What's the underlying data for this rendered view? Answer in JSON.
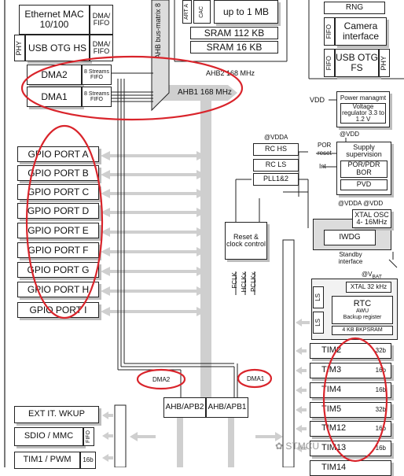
{
  "top_left": {
    "ethernet": "Ethernet MAC 10/100",
    "ethernet_fifo": "DMA/ FIFO",
    "usb_hs": "USB OTG HS",
    "usb_hs_fifo": "DMA/ FIFO",
    "phy": "PHY",
    "dma2": "DMA2",
    "dma1": "DMA1",
    "streams": "8 Streams FIFO"
  },
  "bus": {
    "ahb_matrix": "AHB bus-matrix 8",
    "ahb2": "AHB2 168 MHz",
    "ahb1": "AHB1 168 MHz",
    "art_partial": "ART A",
    "cache_partial": "CAC"
  },
  "memory": {
    "flash_partial": "up to 1 MB",
    "sram112": "SRAM 112 KB",
    "sram16": "SRAM 16 KB"
  },
  "top_right": {
    "rng": "RNG",
    "camera": "Camera interface",
    "usb_fs": "USB OTG FS",
    "fifo": "FIFO",
    "phy": "PHY"
  },
  "gpio_ports": [
    "GPIO PORT A",
    "GPIO PORT B",
    "GPIO PORT C",
    "GPIO PORT D",
    "GPIO PORT E",
    "GPIO PORT F",
    "GPIO PORT G",
    "GPIO PORT H",
    "GPIO PORT I"
  ],
  "clocks": {
    "vdda": "@VDDA",
    "rc_hs": "RC HS",
    "rc_ls": "RC LS",
    "pll": "PLL1&2",
    "reset_clock": "Reset & clock control",
    "fclk": "FCLK",
    "hclk": "HCLKx",
    "pclk": "PCLKx"
  },
  "power": {
    "vdd": "VDD",
    "power_mgmt": "Power managmt",
    "voltage_reg": "Voltage regulator 3.3 to 1.2 V",
    "at_vdd": "@VDD",
    "por": "POR",
    "reset": "reset",
    "int": "Int",
    "supply": "Supply supervision",
    "por_pdr": "POR/PDR",
    "bor": "BOR",
    "pvd": "PVD",
    "vdda_vdd": "@VDDA @VDD",
    "xtal_osc": "XTAL OSC 4- 16MHz",
    "iwdg": "IWDG",
    "standby": "Standby interface",
    "at_vbat": "@V",
    "bat": "BAT"
  },
  "rtc": {
    "xtal32": "XTAL 32 kHz",
    "ls": "LS",
    "rtc": "RTC",
    "awu": "AWU",
    "backup": "Backup register",
    "bkpsram": "4 KB BKPSRAM"
  },
  "timers": [
    {
      "name": "TIM2",
      "bits": "32b"
    },
    {
      "name": "TIM3",
      "bits": "16b"
    },
    {
      "name": "TIM4",
      "bits": "16b"
    },
    {
      "name": "TIM5",
      "bits": "32b"
    },
    {
      "name": "TIM12",
      "bits": "16b"
    },
    {
      "name": "TIM13",
      "bits": "16b"
    },
    {
      "name": "TIM14",
      "bits": ""
    }
  ],
  "bridges": {
    "dma2": "DMA2",
    "dma1": "DMA1",
    "apb2": "AHB/APB2",
    "apb1": "AHB/APB1"
  },
  "bottom_left": {
    "ext_it": "EXT IT. WKUP",
    "sdio": "SDIO / MMC",
    "fifo": "FIFO",
    "tim1": "TIM1 / PWM",
    "tim1_bits": "16b"
  },
  "watermark": "STMCU",
  "colors": {
    "highlight": "#d9242b",
    "bus_gray": "#cfcfcf",
    "shadow": "#bdbdbd"
  }
}
